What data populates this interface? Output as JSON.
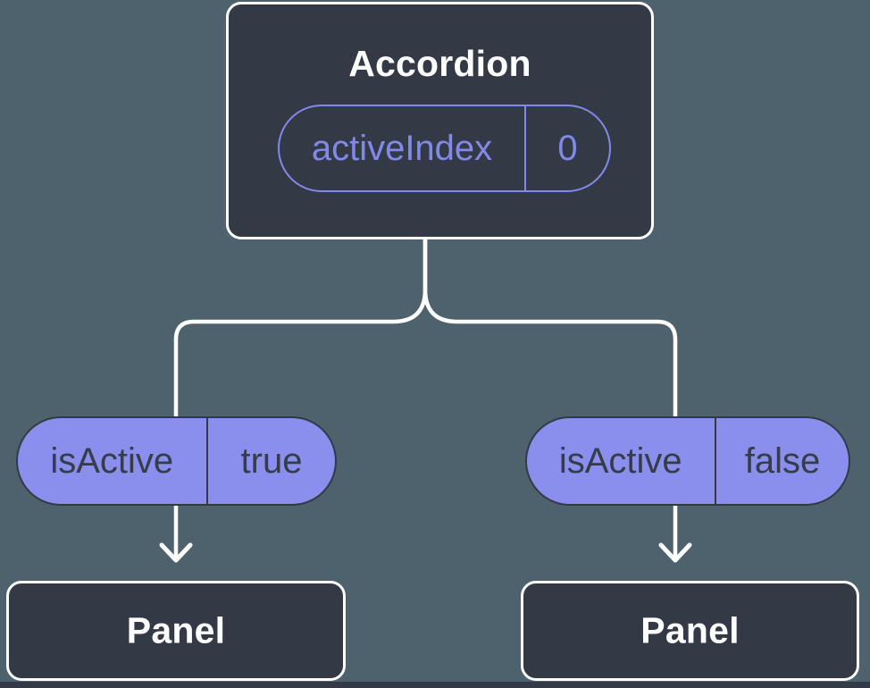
{
  "colors": {
    "background": "#4E626D",
    "node_fill": "#333A46",
    "node_border": "#FFFFFF",
    "pill_fill": "#8A8EEC",
    "pill_accent": "#8289EA",
    "pill_dark_text": "#363D49",
    "connector": "#FFFFFF"
  },
  "root_node": {
    "title": "Accordion",
    "state_pill": {
      "label": "activeIndex",
      "value": "0"
    }
  },
  "branches": [
    {
      "prop_pill": {
        "label": "isActive",
        "value": "true"
      },
      "child_node": {
        "title": "Panel"
      }
    },
    {
      "prop_pill": {
        "label": "isActive",
        "value": "false"
      },
      "child_node": {
        "title": "Panel"
      }
    }
  ]
}
